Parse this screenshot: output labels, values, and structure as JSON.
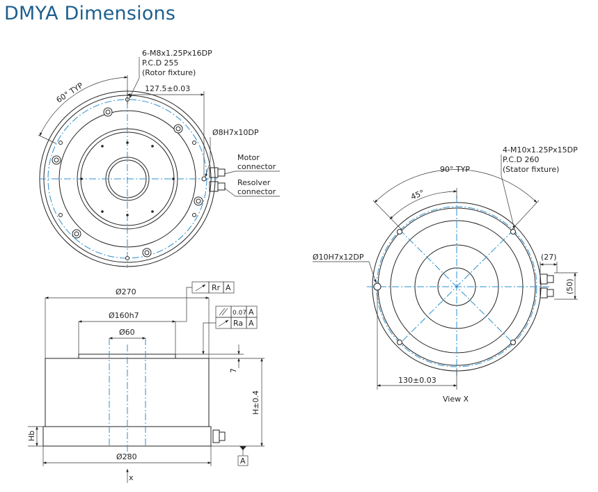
{
  "title": "DMYA Dimensions",
  "top_view": {
    "angle_typ": "60° TYP",
    "rotor_holes": [
      "6-M8x1.25Px16DP",
      "P.C.D 255",
      "(Rotor fixture)"
    ],
    "offset": "127.5±0.03",
    "pin_hole": "Ø8H7x10DP",
    "motor_connector": [
      "Motor",
      "connector"
    ],
    "resolver_connector": [
      "Resolver",
      "connector"
    ]
  },
  "side_view": {
    "d270": "Ø270",
    "d160": "Ø160h7",
    "d60": "Ø60",
    "d280": "Ø280",
    "runout_label": "Rr",
    "datum": "A",
    "parallel_value": "0.07",
    "axial_runout_label": "Ra",
    "dim_7": "7",
    "height": "H±0.4",
    "hb": "Hb",
    "view_marker": "x"
  },
  "bottom_view": {
    "stator_holes": [
      "4-M10x1.25Px15DP",
      "P.C.D 260",
      "(Stator fixture)"
    ],
    "angle_90": "90° TYP",
    "angle_45": "45°",
    "pin_hole": "Ø10H7x12DP",
    "dim_27": "(27)",
    "dim_50": "(50)",
    "offset": "130±0.03",
    "caption": "View X"
  }
}
